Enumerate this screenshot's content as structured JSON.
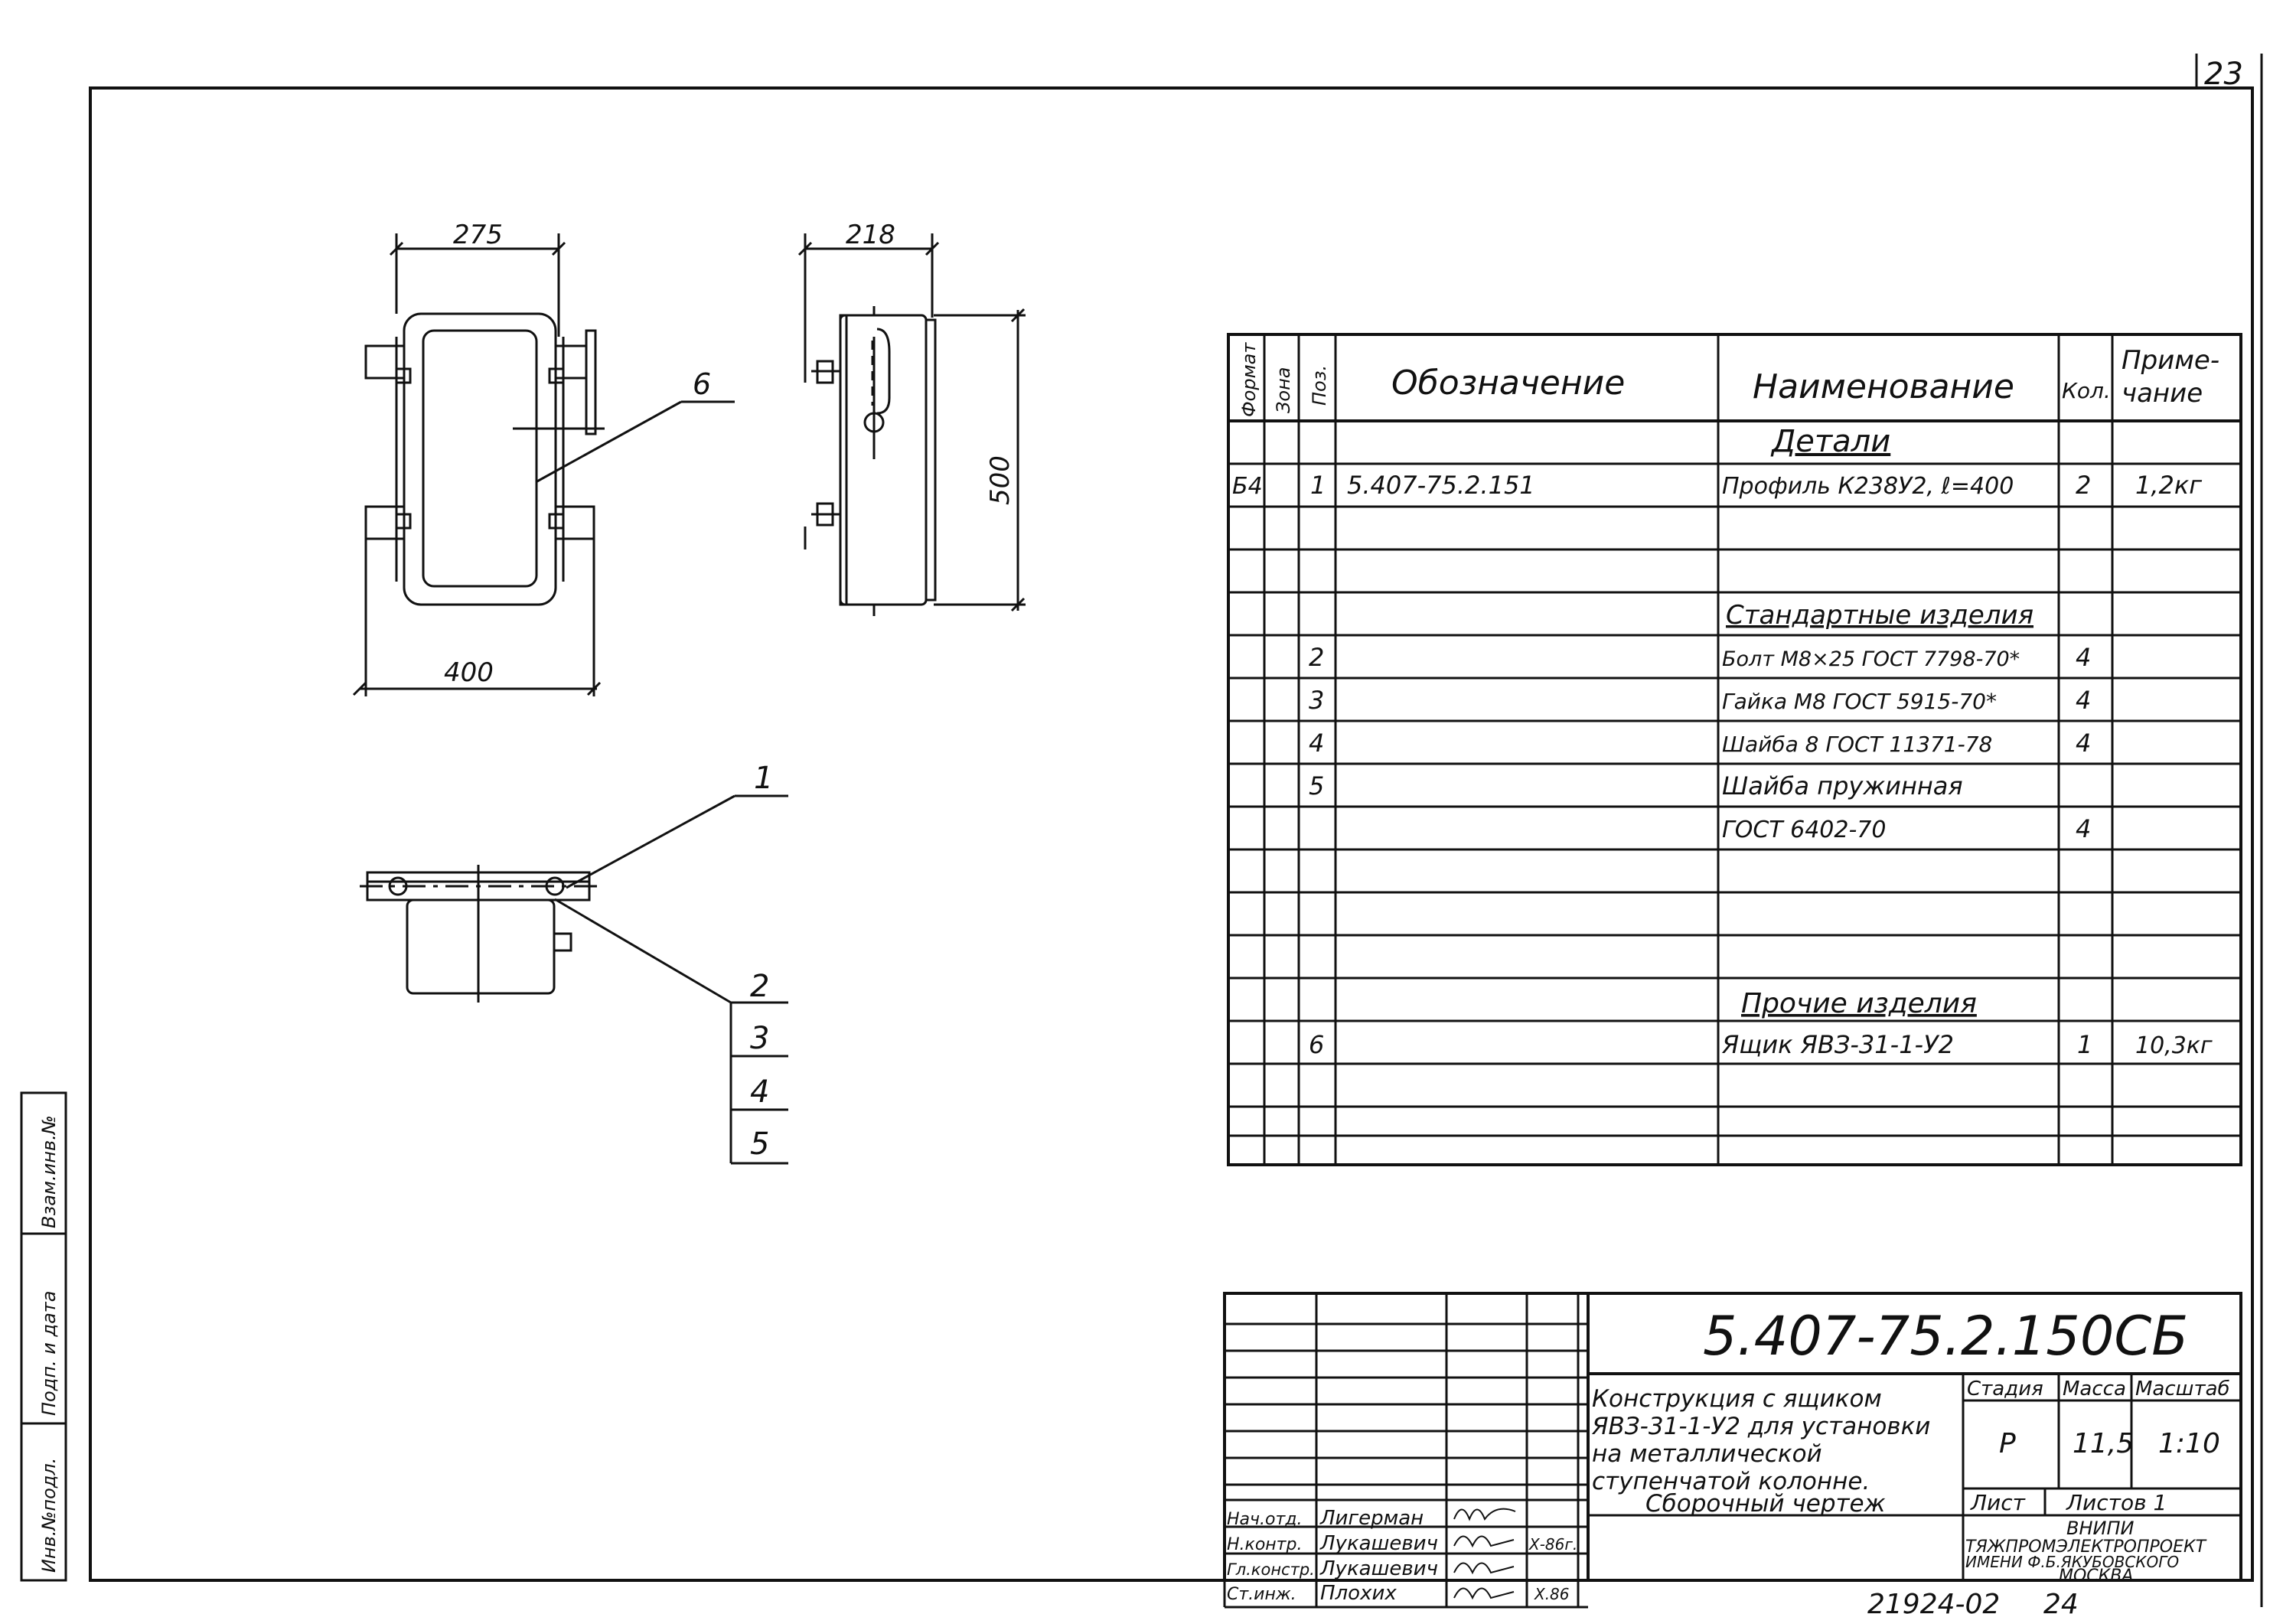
{
  "sheet_corner_number": "23",
  "views": {
    "front": {
      "dim_top": "275",
      "dim_bottom": "400",
      "callout": "6"
    },
    "side": {
      "dim_top": "218",
      "dim_height": "500"
    },
    "bottom": {
      "callout_top": "1",
      "callouts": [
        "2",
        "3",
        "4",
        "5"
      ]
    }
  },
  "spec_table": {
    "headers": {
      "format": "Формат",
      "zone": "Зона",
      "pos": "Поз.",
      "designation": "Обозначение",
      "name": "Наименование",
      "qty": "Кол.",
      "note_line1": "Приме-",
      "note_line2": "чание"
    },
    "sections": {
      "details": "Детали",
      "standard": "Стандартные изделия",
      "other": "Прочие изделия"
    },
    "rows": {
      "profile": {
        "format": "Б4",
        "pos": "1",
        "designation": "5.407-75.2.151",
        "name": "Профиль К238У2, ℓ=400",
        "qty": "2",
        "note": "1,2кг"
      },
      "bolt": {
        "pos": "2",
        "name": "Болт М8×25 ГОСТ 7798-70*",
        "qty": "4"
      },
      "nut": {
        "pos": "3",
        "name": "Гайка М8 ГОСТ 5915-70*",
        "qty": "4"
      },
      "washer": {
        "pos": "4",
        "name": "Шайба 8 ГОСТ 11371-78",
        "qty": "4"
      },
      "spring_washer": {
        "pos": "5",
        "name": "Шайба пружинная"
      },
      "spring_washer_gost": {
        "name": "ГОСТ 6402-70",
        "qty": "4"
      },
      "box": {
        "pos": "6",
        "name": "Ящик ЯВЗ-31-1-У2",
        "qty": "1",
        "note": "10,3кг"
      }
    }
  },
  "title_block": {
    "doc_number": "5.407-75.2.150СБ",
    "description": [
      "Конструкция с ящиком",
      "ЯВЗ-31-1-У2 для установки",
      "на металлической",
      "ступенчатой колонне.",
      "Сборочный чертеж"
    ],
    "stage_label": "Стадия",
    "mass_label": "Масса",
    "scale_label": "Масштаб",
    "stage": "Р",
    "mass": "11,5",
    "scale": "1:10",
    "sheet_label": "Лист",
    "sheets_label": "Листов 1",
    "organization": [
      "ВНИПИ",
      "ТЯЖПРОМЭЛЕКТРОПРОЕКТ",
      "ИМЕНИ Ф.Б.ЯКУБОВСКОГО",
      "МОСКВА"
    ],
    "staff": [
      {
        "role": "Нач.отд.",
        "name": "Лигерман",
        "date": ""
      },
      {
        "role": "Н.контр.",
        "name": "Лукашевич",
        "date": "Х-86г."
      },
      {
        "role": "Гл.констр.",
        "name": "Лукашевич",
        "date": ""
      },
      {
        "role": "Ст.инж.",
        "name": "Плохих",
        "date": "Х.86"
      }
    ]
  },
  "left_strip": {
    "inv_original": "Инв.№подл.",
    "sign_date": "Подп. и дата",
    "replace_inv": "Взам.инв.№"
  },
  "footer": {
    "archive_number": "21924-02",
    "page": "24"
  }
}
